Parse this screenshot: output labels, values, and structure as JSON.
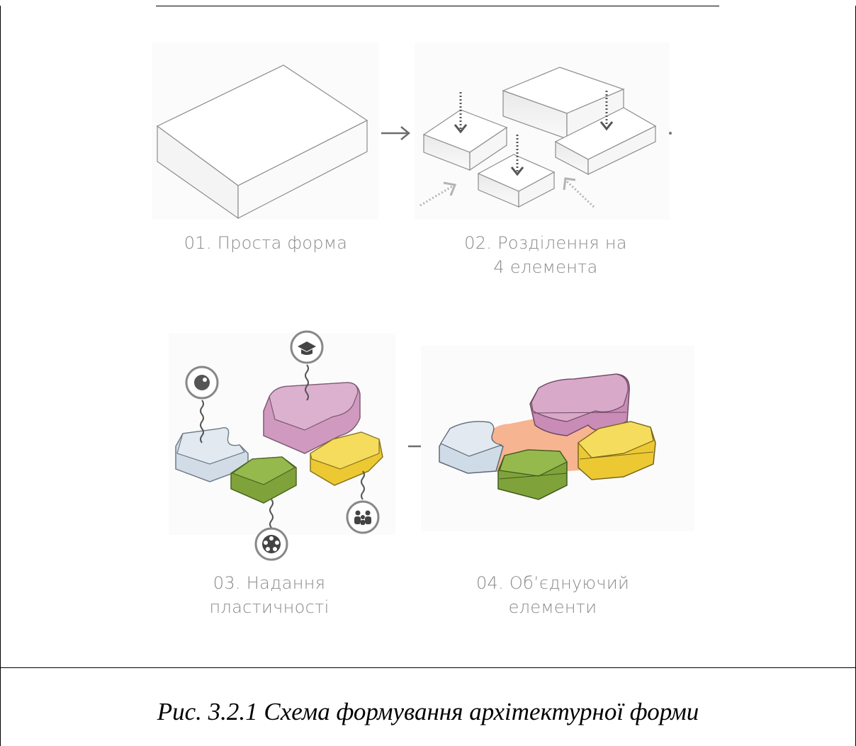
{
  "steps": [
    {
      "number_label": "01. Проста форма",
      "second_line": ""
    },
    {
      "number_label": "02. Розділення на",
      "second_line": "4 елемента"
    },
    {
      "number_label": "03. Надання",
      "second_line": "пластичності"
    },
    {
      "number_label": "04. Об’єднуючий",
      "second_line": "елементи"
    }
  ],
  "caption": "Рис. 3.2.1 Схема формування архітектурної форми",
  "colors": {
    "blue_block": "#dbe3ea",
    "green_block": "#8fb04a",
    "yellow_block": "#f1d64c",
    "pink_block": "#d8a4c7",
    "orange_link": "#f4a77c",
    "outline": "#9a9a9a",
    "label_gray": "#8a8a8a"
  },
  "icons": [
    "circle-dot-icon",
    "graduation-cap-icon",
    "film-reel-icon",
    "people-group-icon"
  ]
}
